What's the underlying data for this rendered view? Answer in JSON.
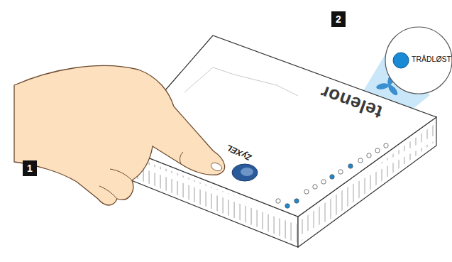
{
  "diagram": {
    "nodes": [
      {
        "text": [
          "TRÅDLØST"
        ]
      }
    ],
    "labels": [
      "1",
      "2",
      "telenor",
      "ZyXEL"
    ]
  }
}
